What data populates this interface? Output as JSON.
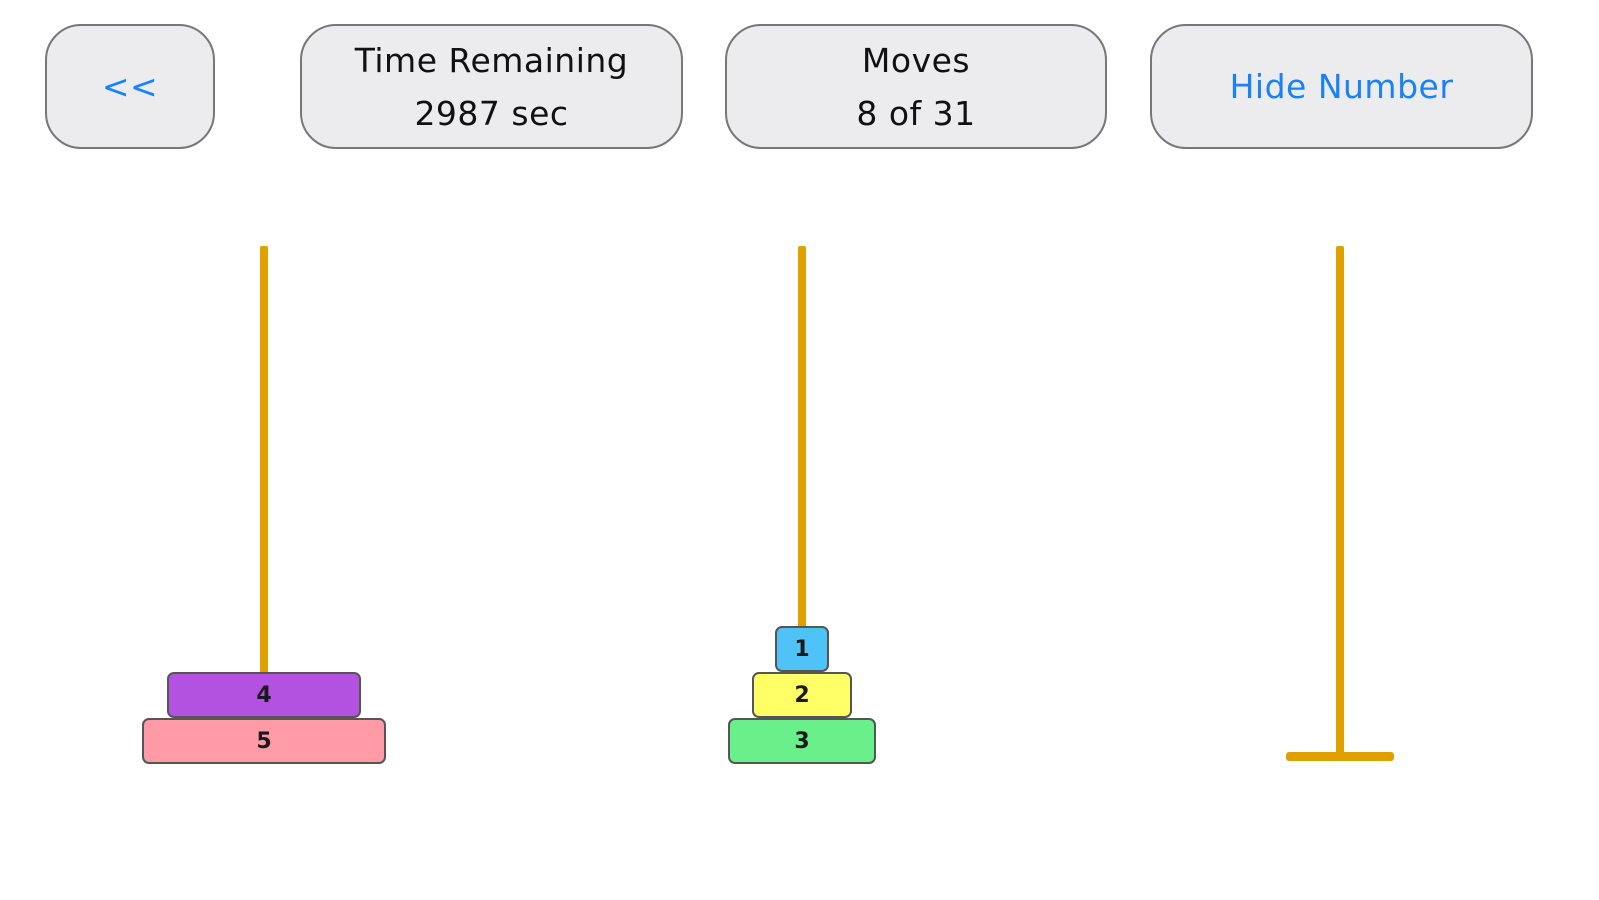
{
  "controls": {
    "back_label": "<<",
    "time_title": "Time Remaining",
    "time_value": "2987 sec",
    "moves_title": "Moves",
    "moves_value": "8 of 31",
    "hide_label": "Hide Number"
  },
  "colors": {
    "link": "#1a82f7",
    "peg": "#e0a100",
    "disk_1": "#4fc3f7",
    "disk_2": "#ffff66",
    "disk_3": "#6af08a",
    "disk_4": "#b352e0",
    "disk_5": "#ff9aa6"
  },
  "game": {
    "pegs": [
      {
        "disks": [
          5,
          4
        ]
      },
      {
        "disks": [
          3,
          2,
          1
        ]
      },
      {
        "disks": []
      }
    ]
  }
}
